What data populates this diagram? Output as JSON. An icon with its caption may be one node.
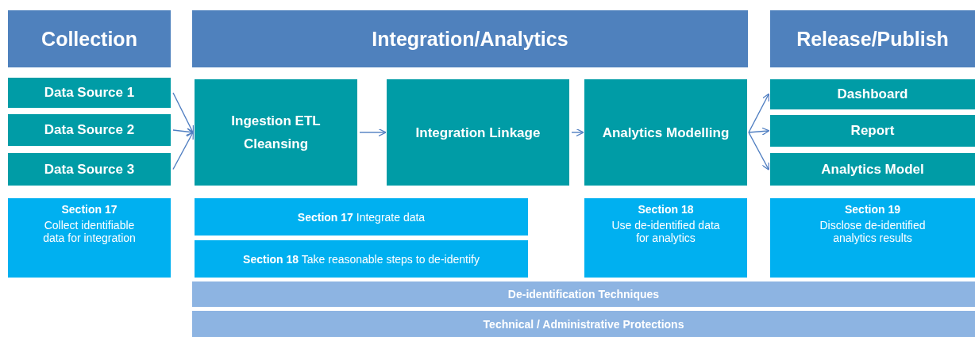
{
  "diagram": {
    "nodes": [
      {
        "text": [
          "Collection"
        ]
      },
      {
        "text": [
          "Integration/Analytics"
        ]
      },
      {
        "text": [
          "Release/Publish"
        ]
      },
      {
        "text": [
          "Data Source 1"
        ]
      },
      {
        "text": [
          "Data Source 2"
        ]
      },
      {
        "text": [
          "Data Source 3"
        ]
      },
      {
        "text": [
          "Ingestion ETL Cleansing"
        ]
      },
      {
        "text": [
          "Integration Linkage"
        ]
      },
      {
        "text": [
          "Analytics Modelling"
        ]
      },
      {
        "text": [
          "Dashboard"
        ]
      },
      {
        "text": [
          "Report"
        ]
      },
      {
        "text": [
          "Analytics Model"
        ]
      },
      {
        "text": [
          "Section 17",
          "Collect identifiable data for integration"
        ]
      },
      {
        "text": [
          "**Section 17** Integrate data"
        ]
      },
      {
        "text": [
          "**Section 18** Take reasonable steps to de-identify"
        ]
      },
      {
        "text": [
          "Section 18",
          "Use de-identified data for analytics"
        ]
      },
      {
        "text": [
          "Section 19",
          "Disclose de-identified analytics results"
        ]
      },
      {
        "text": [
          "De-identification Techniques"
        ]
      },
      {
        "text": [
          "Technical / Administrative Protections"
        ]
      }
    ],
    "edges": [
      {
        "from": 3,
        "to": 6,
        "arrow": "to"
      },
      {
        "from": 4,
        "to": 6,
        "arrow": "to"
      },
      {
        "from": 5,
        "to": 6,
        "arrow": "to"
      },
      {
        "from": 6,
        "to": 7,
        "arrow": "to"
      },
      {
        "from": 7,
        "to": 8,
        "arrow": "to"
      },
      {
        "from": 8,
        "to": 9,
        "arrow": "to"
      },
      {
        "from": 8,
        "to": 10,
        "arrow": "to"
      },
      {
        "from": 8,
        "to": 11,
        "arrow": "to"
      }
    ]
  }
}
